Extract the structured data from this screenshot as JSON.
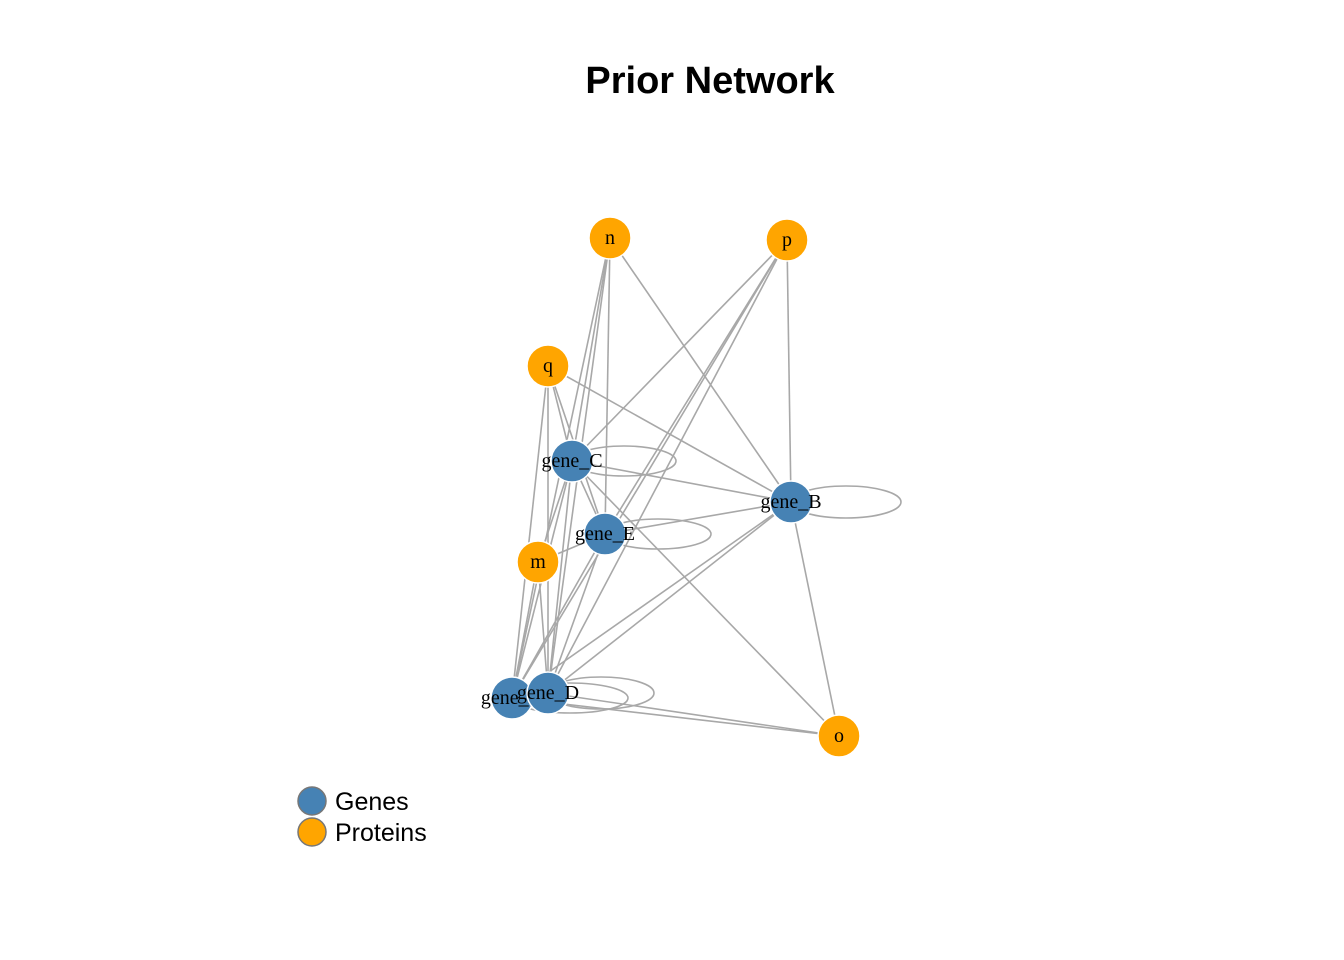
{
  "title": "Prior Network",
  "colors": {
    "gene": "#4682B4",
    "protein": "#FFA500",
    "edge": "#A8A8A8",
    "legend_border": "#777777"
  },
  "nodes": [
    {
      "id": "gene_A",
      "label": "gene_A",
      "group": "gene"
    },
    {
      "id": "gene_B",
      "label": "gene_B",
      "group": "gene"
    },
    {
      "id": "gene_C",
      "label": "gene_C",
      "group": "gene"
    },
    {
      "id": "gene_D",
      "label": "gene_D",
      "group": "gene"
    },
    {
      "id": "gene_E",
      "label": "gene_E",
      "group": "gene"
    },
    {
      "id": "m",
      "label": "m",
      "group": "protein"
    },
    {
      "id": "n",
      "label": "n",
      "group": "protein"
    },
    {
      "id": "o",
      "label": "o",
      "group": "protein"
    },
    {
      "id": "p",
      "label": "p",
      "group": "protein"
    },
    {
      "id": "q",
      "label": "q",
      "group": "protein"
    }
  ],
  "edges": [
    [
      "gene_A",
      "gene_A"
    ],
    [
      "gene_B",
      "gene_B"
    ],
    [
      "gene_C",
      "gene_C"
    ],
    [
      "gene_D",
      "gene_D"
    ],
    [
      "gene_E",
      "gene_E"
    ],
    [
      "gene_A",
      "gene_B"
    ],
    [
      "gene_A",
      "gene_C"
    ],
    [
      "gene_A",
      "gene_D"
    ],
    [
      "gene_A",
      "gene_E"
    ],
    [
      "gene_B",
      "gene_C"
    ],
    [
      "gene_B",
      "gene_D"
    ],
    [
      "gene_B",
      "gene_E"
    ],
    [
      "gene_C",
      "gene_D"
    ],
    [
      "gene_C",
      "gene_E"
    ],
    [
      "gene_D",
      "gene_E"
    ],
    [
      "gene_A",
      "m"
    ],
    [
      "gene_A",
      "n"
    ],
    [
      "gene_A",
      "o"
    ],
    [
      "gene_A",
      "p"
    ],
    [
      "gene_A",
      "q"
    ],
    [
      "gene_B",
      "n"
    ],
    [
      "gene_B",
      "o"
    ],
    [
      "gene_B",
      "p"
    ],
    [
      "gene_B",
      "q"
    ],
    [
      "gene_C",
      "m"
    ],
    [
      "gene_C",
      "n"
    ],
    [
      "gene_C",
      "o"
    ],
    [
      "gene_C",
      "p"
    ],
    [
      "gene_C",
      "q"
    ],
    [
      "gene_D",
      "m"
    ],
    [
      "gene_D",
      "n"
    ],
    [
      "gene_D",
      "o"
    ],
    [
      "gene_D",
      "p"
    ],
    [
      "gene_D",
      "q"
    ],
    [
      "gene_E",
      "m"
    ],
    [
      "gene_E",
      "n"
    ],
    [
      "gene_E",
      "p"
    ],
    [
      "gene_E",
      "q"
    ]
  ],
  "legend": [
    {
      "label": "Genes",
      "group": "gene"
    },
    {
      "label": "Proteins",
      "group": "protein"
    }
  ]
}
